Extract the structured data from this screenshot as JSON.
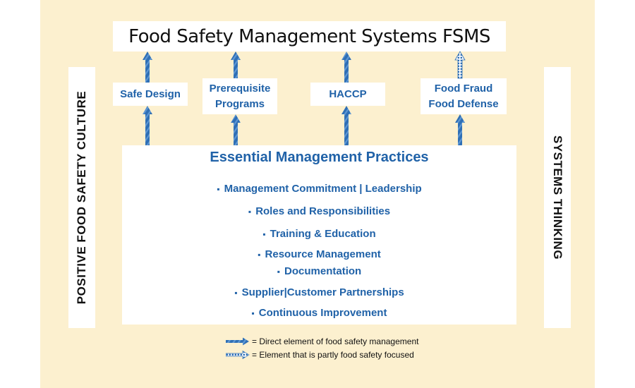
{
  "title": "Food Safety Management Systems FSMS",
  "elements": [
    {
      "lines": [
        "Safe Design"
      ],
      "type": "direct"
    },
    {
      "lines": [
        "Prerequisite",
        "Programs"
      ],
      "type": "direct"
    },
    {
      "lines": [
        "HACCP"
      ],
      "type": "direct"
    },
    {
      "lines": [
        "Food Fraud",
        "Food Defense"
      ],
      "type": "partial"
    }
  ],
  "essential": {
    "title": "Essential Management Practices",
    "bullet": "▪",
    "practices": [
      "Management Commitment | Leadership",
      "Roles and Responsibilities",
      "Training & Education",
      "Resource Management",
      "Documentation",
      "Supplier|Customer Partnerships",
      "Continuous Improvement"
    ]
  },
  "left_label": "POSITIVE FOOD SAFETY CULTURE",
  "right_label": "SYSTEMS THINKING",
  "legend": {
    "direct": "= Direct element of food safety management",
    "partial": "= Element that is partly food safety focused"
  },
  "colors": {
    "background": "#fcf0cf",
    "box": "#ffffff",
    "accent": "#2062a8",
    "text": "#111111"
  }
}
